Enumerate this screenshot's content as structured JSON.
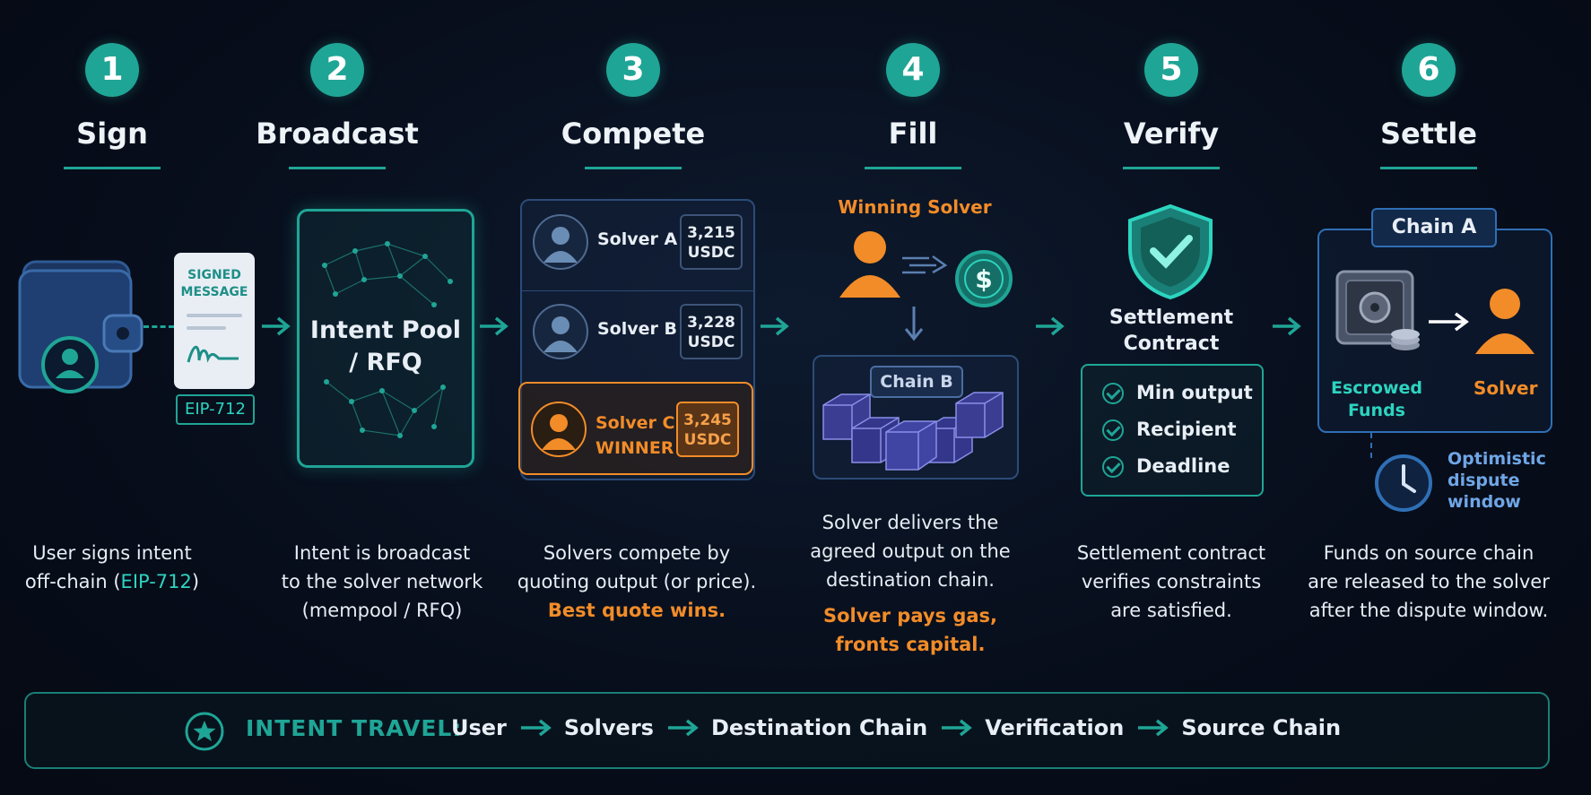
{
  "stages": [
    {
      "num": "1",
      "title": "Sign"
    },
    {
      "num": "2",
      "title": "Broadcast"
    },
    {
      "num": "3",
      "title": "Compete"
    },
    {
      "num": "4",
      "title": "Fill"
    },
    {
      "num": "5",
      "title": "Verify"
    },
    {
      "num": "6",
      "title": "Settle"
    }
  ],
  "sign": {
    "message_label_1": "SIGNED",
    "message_label_2": "MESSAGE",
    "eip_badge": "EIP-712",
    "desc_1": "User signs intent",
    "desc_2a": "off-chain (",
    "desc_2b": "EIP-712",
    "desc_2c": ")"
  },
  "broadcast": {
    "pool_line_1": "Intent Pool",
    "pool_line_2": "/ RFQ",
    "desc_1": "Intent is broadcast",
    "desc_2": "to the solver network",
    "desc_3": "(mempool / RFQ)"
  },
  "compete": {
    "solvers": [
      {
        "name": "Solver A",
        "amount": "3,215",
        "unit": "USDC"
      },
      {
        "name": "Solver B",
        "amount": "3,228",
        "unit": "USDC"
      },
      {
        "name": "Solver C",
        "winner": "WINNER",
        "amount": "3,245",
        "unit": "USDC"
      }
    ],
    "desc_1": "Solvers compete by",
    "desc_2": "quoting output (or price).",
    "desc_3": "Best quote wins."
  },
  "fill": {
    "winning_label": "Winning Solver",
    "chain_label": "Chain B",
    "desc_1": "Solver delivers the",
    "desc_2": "agreed output on the",
    "desc_3": "destination chain.",
    "desc_4": "Solver pays gas,",
    "desc_5": "fronts capital."
  },
  "verify": {
    "contract_1": "Settlement",
    "contract_2": "Contract",
    "checks": [
      "Min output",
      "Recipient",
      "Deadline"
    ],
    "desc_1": "Settlement contract",
    "desc_2": "verifies constraints",
    "desc_3": "are satisfied."
  },
  "settle": {
    "chain_label": "Chain A",
    "escrow_1": "Escrowed",
    "escrow_2": "Funds",
    "solver_label": "Solver",
    "dispute_1": "Optimistic",
    "dispute_2": "dispute",
    "dispute_3": "window",
    "desc_1": "Funds on source chain",
    "desc_2": "are released to the solver",
    "desc_3": "after the dispute window."
  },
  "footer": {
    "label": "INTENT TRAVEL:",
    "steps": [
      "User",
      "Solvers",
      "Destination Chain",
      "Verification",
      "Source Chain"
    ]
  },
  "colors": {
    "accent": "#1fa596",
    "orange": "#f28c28",
    "background": "#070d1a",
    "panel_border": "#2c4c78"
  }
}
